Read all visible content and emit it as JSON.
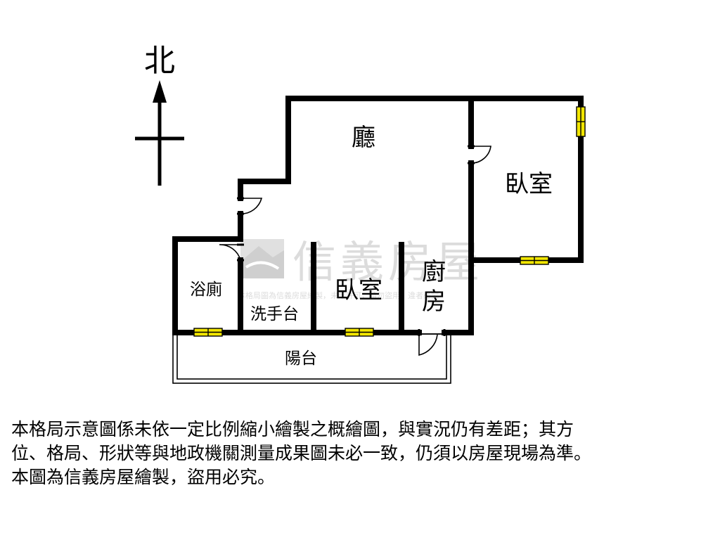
{
  "compass": {
    "north_label": "北"
  },
  "rooms": {
    "living_room": "廳",
    "bedroom_east": "臥室",
    "bathroom": "浴廁",
    "wash_basin": "洗手台",
    "bedroom_south": "臥室",
    "kitchen_line1": "廚",
    "kitchen_line2": "房",
    "balcony": "陽台"
  },
  "watermark": {
    "brand": "信義房屋",
    "subtitle": "本格局圖為信義房屋繪製，未經許可，請勿盜用，違者必究"
  },
  "disclaimer": {
    "line1": "本格局示意圖係未依一定比例縮小繪製之概繪圖，與實況仍有差距；其方",
    "line2": "位、格局、形狀等與地政機關測量成果圖未必一致，仍須以房屋現場為準。",
    "line3": "本圖為信義房屋繪製，盜用必究。"
  },
  "colors": {
    "wall": "#000000",
    "window_fill": "#f2e600",
    "watermark": "#d9d9d9"
  }
}
